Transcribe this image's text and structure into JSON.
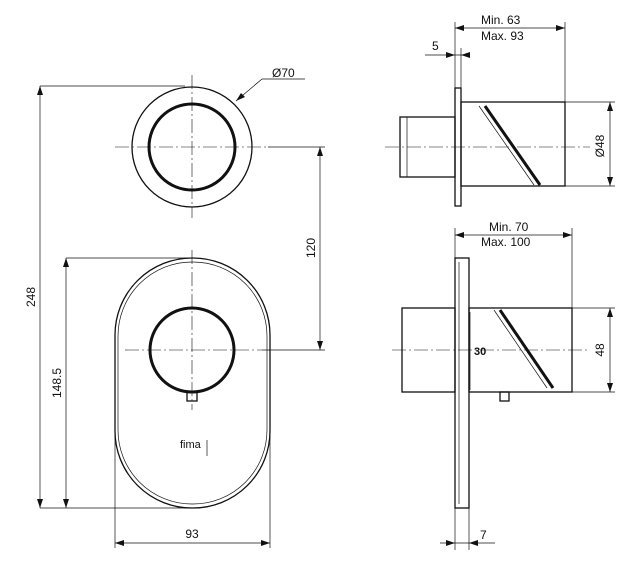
{
  "dimensions": {
    "overall_height": "248",
    "plate_height": "148.5",
    "plate_width": "93",
    "axis_distance": "120",
    "cover_diameter": "Ø70",
    "top_spacer": "5",
    "top_depth_min": "Min. 63",
    "top_depth_max": "Max. 93",
    "top_diameter": "Ø48",
    "bottom_depth_min": "Min. 70",
    "bottom_depth_max": "Max. 100",
    "bottom_height": "48",
    "plate_thickness": "7"
  },
  "labels": {
    "brand": "fima",
    "handle_marking": "30"
  }
}
